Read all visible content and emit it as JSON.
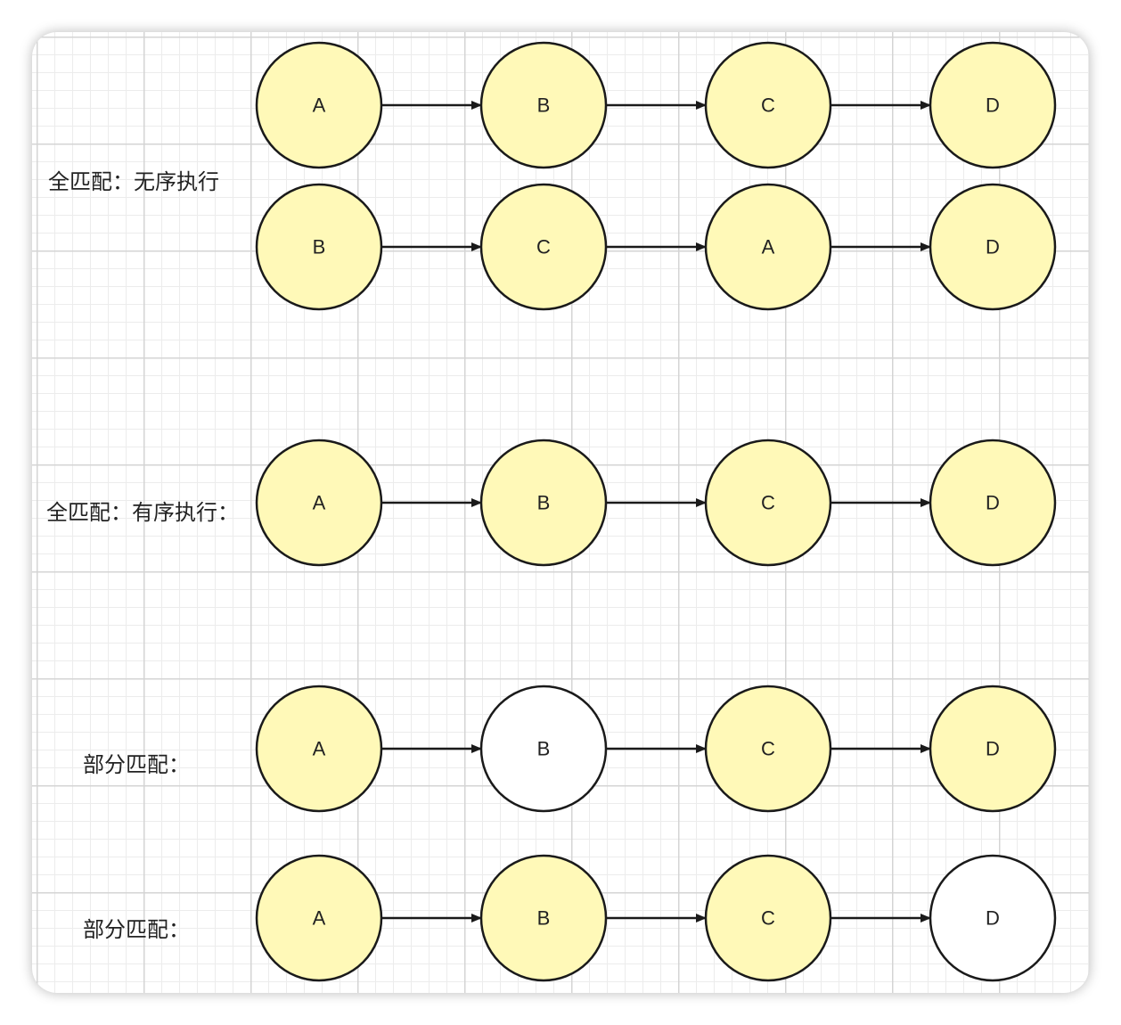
{
  "colors": {
    "matched_fill": "#fff9b8",
    "unmatched_fill": "#ffffff",
    "stroke": "#1a1a1a"
  },
  "rows": [
    {
      "label": "全匹配：无序执行",
      "nodes": [
        {
          "text": "A",
          "matched": true
        },
        {
          "text": "B",
          "matched": true
        },
        {
          "text": "C",
          "matched": true
        },
        {
          "text": "D",
          "matched": true
        }
      ]
    },
    {
      "label": "",
      "nodes": [
        {
          "text": "B",
          "matched": true
        },
        {
          "text": "C",
          "matched": true
        },
        {
          "text": "A",
          "matched": true
        },
        {
          "text": "D",
          "matched": true
        }
      ]
    },
    {
      "label": "全匹配：有序执行：",
      "nodes": [
        {
          "text": "A",
          "matched": true
        },
        {
          "text": "B",
          "matched": true
        },
        {
          "text": "C",
          "matched": true
        },
        {
          "text": "D",
          "matched": true
        }
      ]
    },
    {
      "label": "部分匹配：",
      "nodes": [
        {
          "text": "A",
          "matched": true
        },
        {
          "text": "B",
          "matched": false
        },
        {
          "text": "C",
          "matched": true
        },
        {
          "text": "D",
          "matched": true
        }
      ]
    },
    {
      "label": "部分匹配：",
      "nodes": [
        {
          "text": "A",
          "matched": true
        },
        {
          "text": "B",
          "matched": true
        },
        {
          "text": "C",
          "matched": true
        },
        {
          "text": "D",
          "matched": false
        }
      ]
    }
  ]
}
